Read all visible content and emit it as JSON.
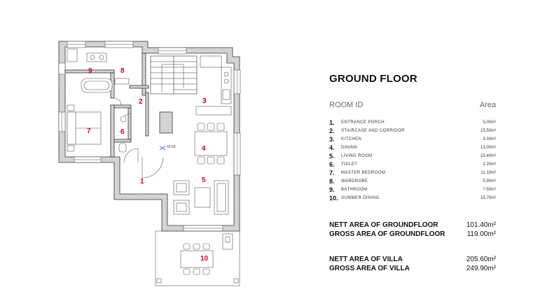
{
  "floor_title": "GROUND FLOOR",
  "table_headers": {
    "room": "ROOM ID",
    "area": "Area"
  },
  "rooms": [
    {
      "num": "1.",
      "name": "ENTRANCE PORCH",
      "area": "5.00m²"
    },
    {
      "num": "2.",
      "name": "STAIRCASE AND CORRIDOR",
      "area": "15.50m²"
    },
    {
      "num": "3.",
      "name": "KITCHEN",
      "area": "9.30m²"
    },
    {
      "num": "4.",
      "name": "DINING",
      "area": "13.00m²"
    },
    {
      "num": "5.",
      "name": "LIVING ROOM",
      "area": "15.40m²"
    },
    {
      "num": "6.",
      "name": "TOILET",
      "area": "2.20m²"
    },
    {
      "num": "7.",
      "name": "MASTER BEDROOM",
      "area": "11.10m²"
    },
    {
      "num": "8.",
      "name": "WARDROBE",
      "area": "5.90m²"
    },
    {
      "num": "9.",
      "name": "BATHROOM",
      "area": "7.50m²"
    },
    {
      "num": "10.",
      "name": "SUMMER DINING",
      "area": "15.70m²"
    }
  ],
  "totals": [
    {
      "label": "NETT AREA OF GROUNDFLOOR",
      "value": "101.40m²"
    },
    {
      "label": "GROSS AREA OF GROUNDFLOOR",
      "value": "119.00m²"
    },
    {
      "label": "NETT AREA OF VILLA",
      "value": "205.60m²"
    },
    {
      "label": "GROSS AREA OF VILLA",
      "value": "249.90m²"
    }
  ],
  "plan": {
    "room_numbers": [
      "1",
      "2",
      "3",
      "4",
      "5",
      "6",
      "7",
      "8",
      "9",
      "10"
    ],
    "level_label": "±0,00",
    "label_color": "#d0021b"
  }
}
